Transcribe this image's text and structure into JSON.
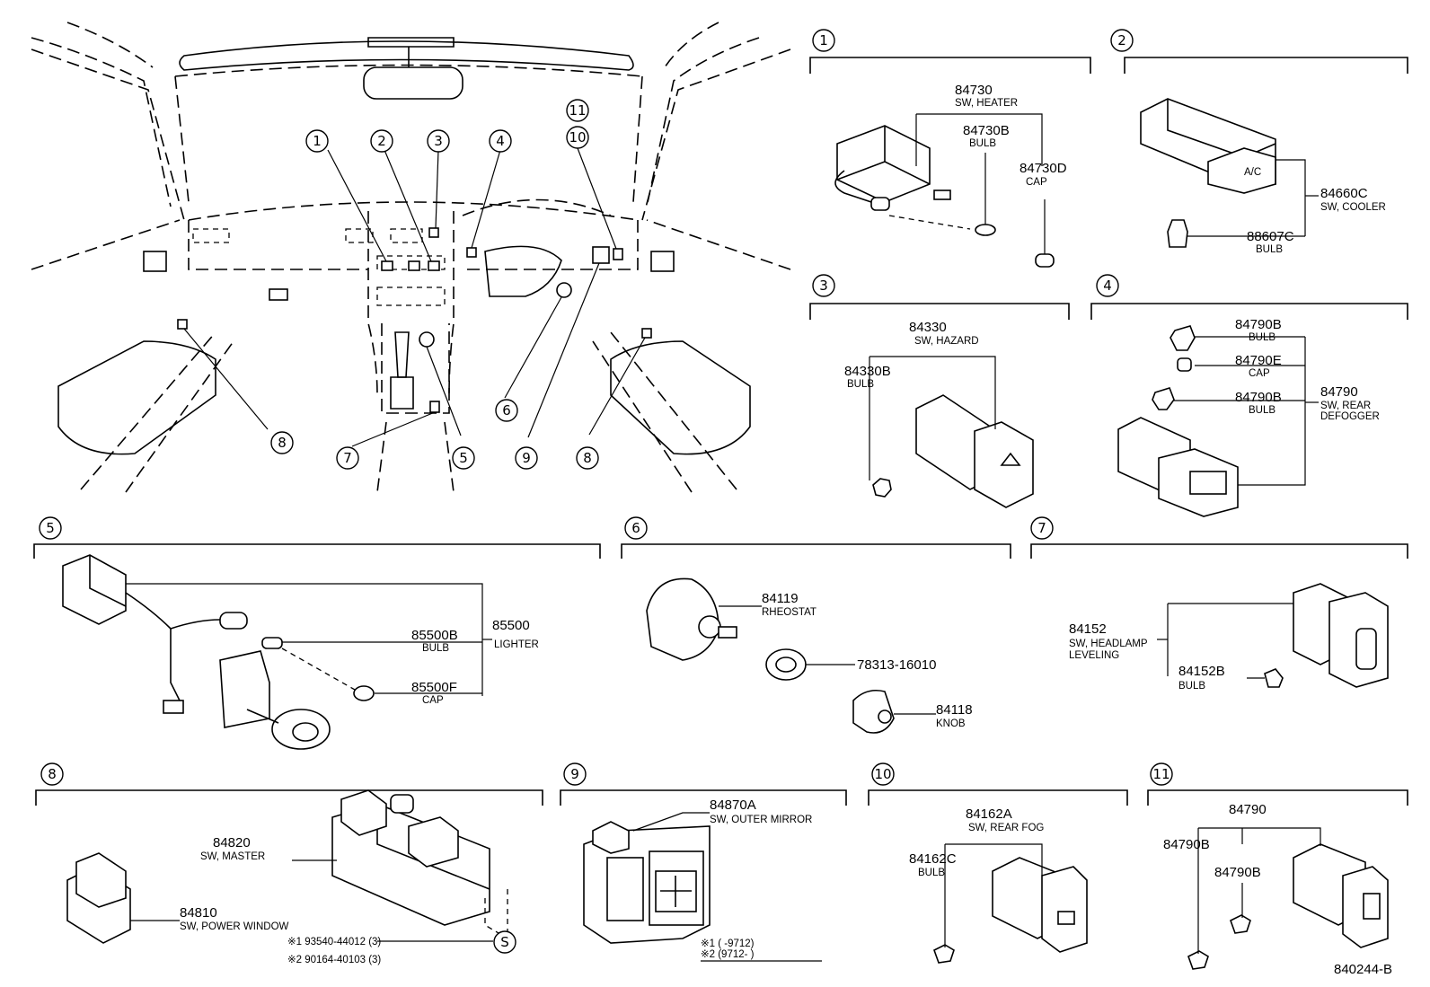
{
  "overview_callouts": {
    "c1": "1",
    "c2": "2",
    "c3": "3",
    "c4": "4",
    "c5": "5",
    "c6": "6",
    "c7": "7",
    "c8_left": "8",
    "c8_right": "8",
    "c9": "9",
    "c10": "10",
    "c11": "11"
  },
  "sections": {
    "s1": {
      "number": "1",
      "parts": [
        {
          "pn": "84730",
          "desc": "SW, HEATER"
        },
        {
          "pn": "84730B",
          "desc": "BULB"
        },
        {
          "pn": "84730D",
          "desc": "CAP"
        }
      ],
      "knob_label": "A/C"
    },
    "s2": {
      "number": "2",
      "parts": [
        {
          "pn": "84660C",
          "desc": "SW, COOLER"
        },
        {
          "pn": "88607C",
          "desc": "BULB"
        }
      ]
    },
    "s3": {
      "number": "3",
      "parts": [
        {
          "pn": "84330",
          "desc": "SW, HAZARD"
        },
        {
          "pn": "84330B",
          "desc": "BULB"
        }
      ]
    },
    "s4": {
      "number": "4",
      "parts": [
        {
          "pn": "84790B",
          "desc": "BULB"
        },
        {
          "pn": "84790E",
          "desc": "CAP"
        },
        {
          "pn": "84790B",
          "desc": "BULB"
        },
        {
          "pn": "84790",
          "desc": "SW, REAR",
          "desc2": "DEFOGGER"
        }
      ]
    },
    "s5": {
      "number": "5",
      "parts": [
        {
          "pn": "85500B",
          "desc": "BULB"
        },
        {
          "pn": "85500",
          "desc": "LIGHTER"
        },
        {
          "pn": "85500F",
          "desc": "CAP"
        }
      ]
    },
    "s6": {
      "number": "6",
      "parts": [
        {
          "pn": "84119",
          "desc": "RHEOSTAT"
        },
        {
          "pn": "78313-16010",
          "desc": ""
        },
        {
          "pn": "84118",
          "desc": "KNOB"
        }
      ]
    },
    "s7": {
      "number": "7",
      "parts": [
        {
          "pn": "84152",
          "desc": "SW, HEADLAMP",
          "desc2": "LEVELING"
        },
        {
          "pn": "84152B",
          "desc": "BULB"
        }
      ]
    },
    "s8": {
      "number": "8",
      "parts": [
        {
          "pn": "84820",
          "desc": "SW, MASTER"
        },
        {
          "pn": "84810",
          "desc": "SW, POWER WINDOW"
        }
      ],
      "notes": [
        "※1 93540-44012 (3)",
        "※2 90164-40103 (3)"
      ],
      "symbol": "S"
    },
    "s9": {
      "number": "9",
      "parts": [
        {
          "pn": "84870A",
          "desc": "SW, OUTER MIRROR"
        }
      ],
      "notes": [
        "※1 (        -9712)",
        "※2 (9712-        )"
      ]
    },
    "s10": {
      "number": "10",
      "parts": [
        {
          "pn": "84162A",
          "desc": "SW, REAR FOG"
        },
        {
          "pn": "84162C",
          "desc": "BULB"
        }
      ]
    },
    "s11": {
      "number": "11",
      "parts": [
        {
          "pn": "84790",
          "desc": ""
        },
        {
          "pn": "84790B",
          "desc": ""
        },
        {
          "pn": "84790B",
          "desc": ""
        }
      ]
    }
  },
  "diagram_id": "840244-B"
}
